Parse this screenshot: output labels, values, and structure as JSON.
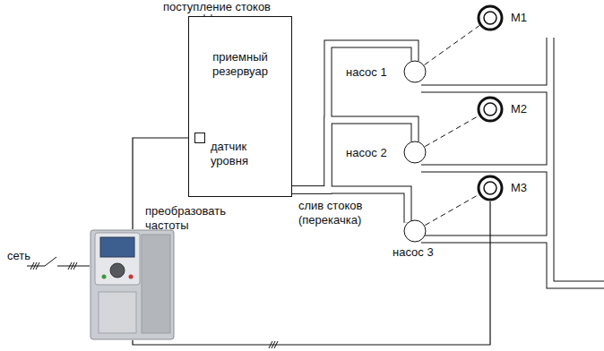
{
  "diagram": {
    "nodes": [
      {
        "text": [
          "приемный резервуар"
        ]
      },
      {
        "text": [
          "датчик уровня"
        ],
        "in": 0
      },
      {
        "text": [
          "насос 1"
        ]
      },
      {
        "text": [
          "M1"
        ]
      },
      {
        "text": [
          "насос 2"
        ]
      },
      {
        "text": [
          "M2"
        ]
      },
      {
        "text": [
          "M3"
        ]
      },
      {
        "text": [
          "насос 3"
        ]
      },
      {
        "text": [
          "преобразовать частоты"
        ]
      }
    ],
    "edges": [
      {
        "from": 1,
        "to": 8,
        "arrow": "none"
      },
      {
        "from": 8,
        "to": 6,
        "arrow": "none"
      },
      {
        "from": 2,
        "to": 3,
        "arrow": "none"
      },
      {
        "from": 4,
        "to": 5,
        "arrow": "none"
      },
      {
        "from": 7,
        "to": 6,
        "arrow": "none"
      },
      {
        "from": 0,
        "to": 2,
        "arrow": "none"
      },
      {
        "from": 0,
        "to": 4,
        "arrow": "none"
      },
      {
        "from": 0,
        "to": 7,
        "arrow": "none"
      }
    ],
    "labels": [
      "поступление стоков",
      "слив стоков (перекачка)",
      "сеть"
    ]
  }
}
